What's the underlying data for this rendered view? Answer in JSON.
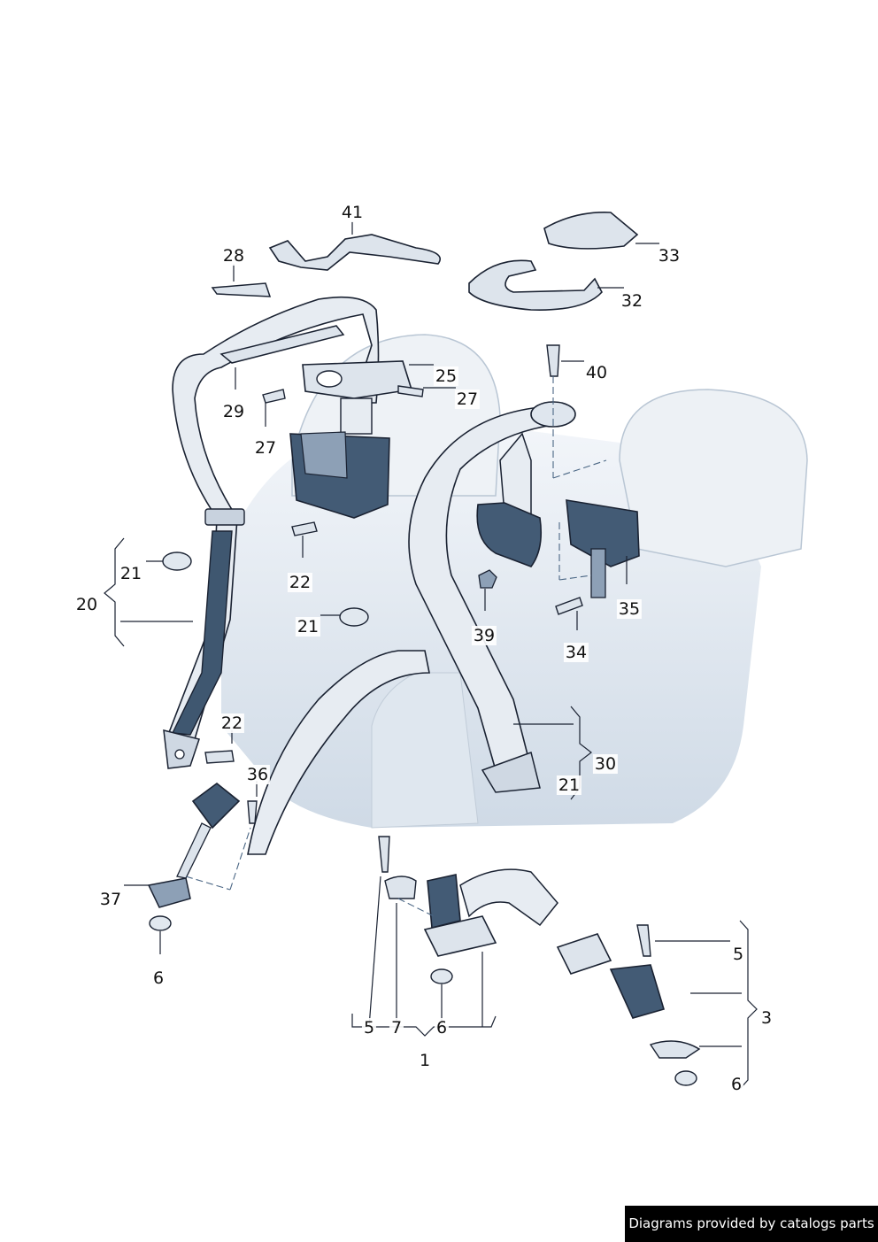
{
  "labels": {
    "l41": "41",
    "l28": "28",
    "l33": "33",
    "l32": "32",
    "l25": "25",
    "l27a": "27",
    "l27b": "27",
    "l29": "29",
    "l40": "40",
    "l22a": "22",
    "l21a": "21",
    "l20": "20",
    "l21b": "21",
    "l39": "39",
    "l35": "35",
    "l34": "34",
    "l22b": "22",
    "l36": "36",
    "l30": "30",
    "l21c": "21",
    "l37": "37",
    "l6a": "6",
    "l5a": "5",
    "l7": "7",
    "l6b": "6",
    "l1": "1",
    "l5b": "5",
    "l3": "3",
    "l6c": "6"
  },
  "colors": {
    "outline": "#1a2232",
    "belt": "#e7ecf2",
    "belt_dark": "#3f5770",
    "seat_shadow": "#d6e0ea",
    "part": "#dde4ec",
    "part_dark": "#435b75"
  },
  "credit": "Diagrams provided by catalogs parts"
}
